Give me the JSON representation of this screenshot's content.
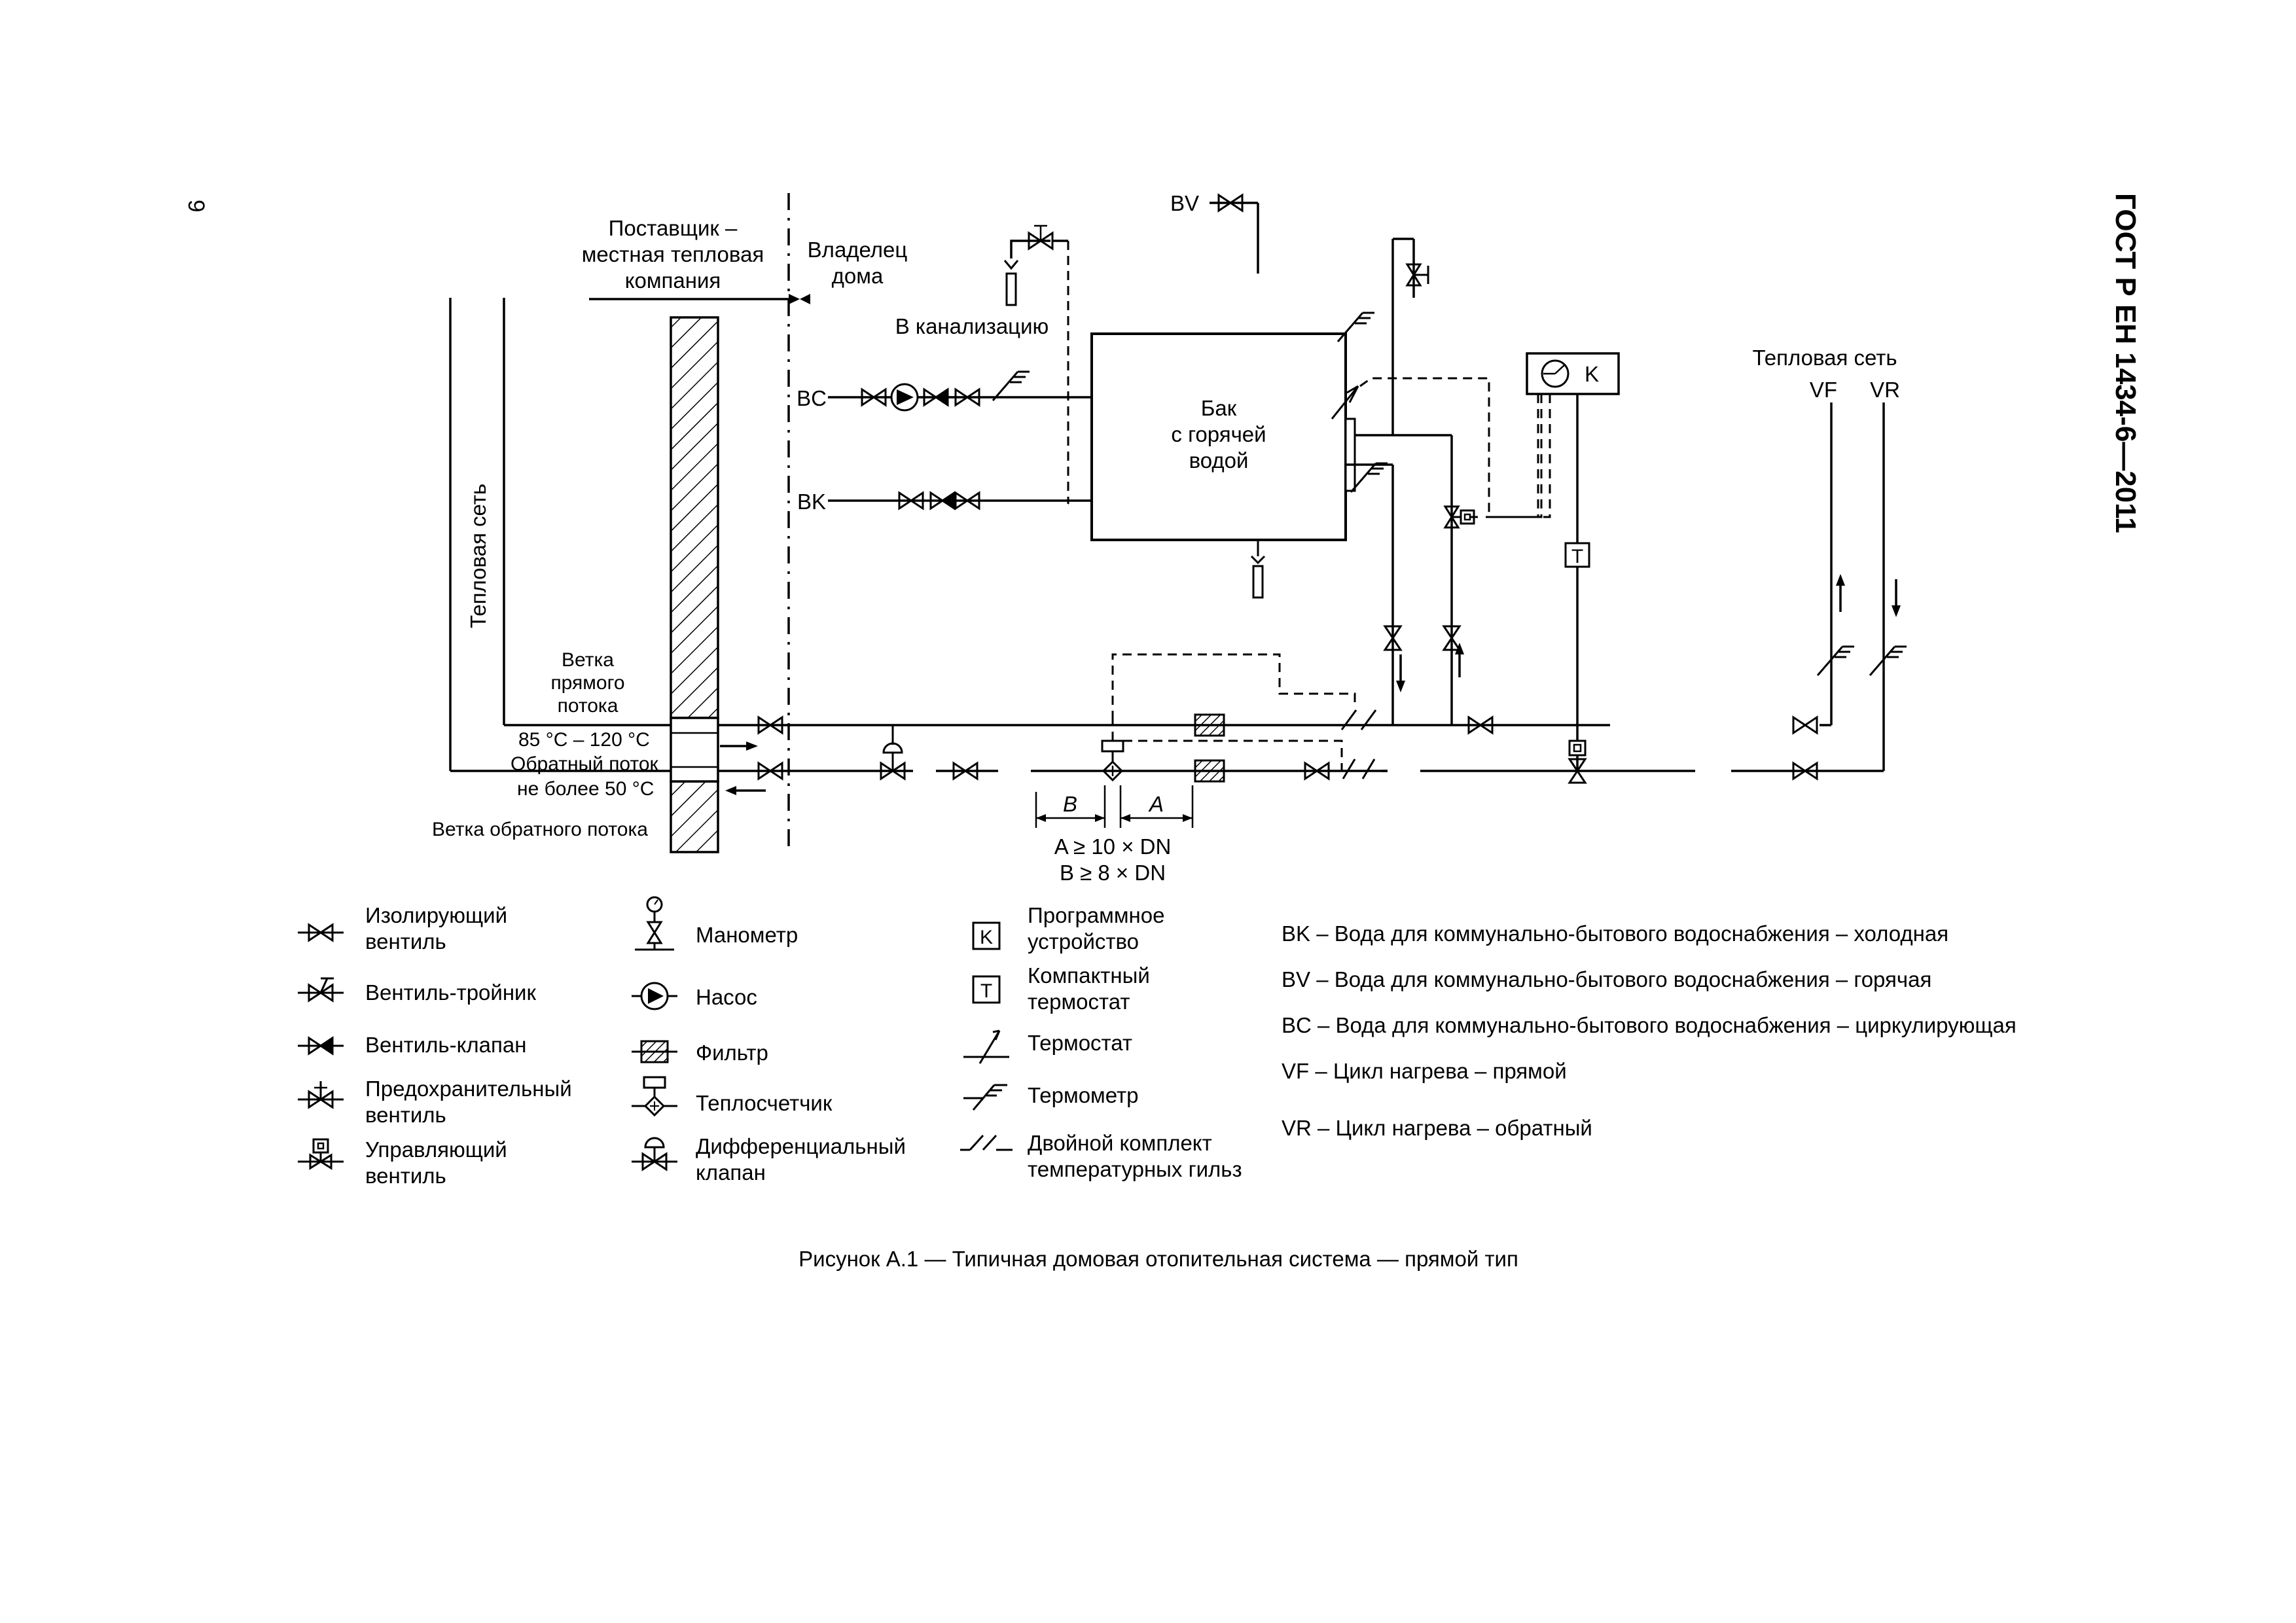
{
  "page": {
    "number": "9",
    "standard": "ГОСТ Р ЕН 1434-6—2011",
    "caption": "Рисунок А.1 — Типичная домовая отопительная система — прямой тип"
  },
  "diagram": {
    "heat_network_vertical": "Тепловая сеть",
    "supplier": [
      "Поставщик –",
      "местная тепловая",
      "компания"
    ],
    "owner": [
      "Владелец",
      "дома"
    ],
    "to_sewer": "В канализацию",
    "tank": [
      "Бак",
      "с горячей",
      "водой"
    ],
    "heat_network_right": "Тепловая сеть",
    "vf": "VF",
    "vr": "VR",
    "bv": "BV",
    "bc": "BC",
    "bk": "BK",
    "k_box": "K",
    "t_box": "T",
    "forward_branch": [
      "Ветка",
      "прямого",
      "потока"
    ],
    "temp_forward": "85 °С – 120 °С",
    "return_flow": "Обратный поток",
    "temp_return": "не более 50 °С",
    "return_branch": "Ветка обратного потока",
    "dim_b": "B",
    "dim_a": "A",
    "cond_a": "A ≥ 10 × DN",
    "cond_b": "B ≥ 8 × DN"
  },
  "legend": {
    "col1": [
      {
        "icon": "isolating-valve-icon",
        "label": [
          "Изолирующий",
          "вентиль"
        ]
      },
      {
        "icon": "three-way-valve-icon",
        "label": [
          "Вентиль-тройник"
        ]
      },
      {
        "icon": "check-valve-icon",
        "label": [
          "Вентиль-клапан"
        ]
      },
      {
        "icon": "safety-valve-icon",
        "label": [
          "Предохранительный",
          "вентиль"
        ]
      },
      {
        "icon": "control-valve-icon",
        "label": [
          "Управляющий",
          "вентиль"
        ]
      }
    ],
    "col2": [
      {
        "icon": "manometer-icon",
        "label": [
          "Манометр"
        ]
      },
      {
        "icon": "pump-icon",
        "label": [
          "Насос"
        ]
      },
      {
        "icon": "filter-icon",
        "label": [
          "Фильтр"
        ]
      },
      {
        "icon": "heat-meter-icon",
        "label": [
          "Теплосчетчик"
        ]
      },
      {
        "icon": "differential-valve-icon",
        "label": [
          "Дифференциальный",
          "клапан"
        ]
      }
    ],
    "col3": [
      {
        "icon": "program-device-icon",
        "label": [
          "Программное",
          "устройство"
        ]
      },
      {
        "icon": "compact-thermostat-icon",
        "label": [
          "Компактный",
          "термостат"
        ]
      },
      {
        "icon": "thermostat-icon",
        "label": [
          "Термостат"
        ]
      },
      {
        "icon": "thermometer-icon",
        "label": [
          "Термометр"
        ]
      },
      {
        "icon": "double-sleeve-icon",
        "label": [
          "Двойной комплект",
          "температурных гильз"
        ]
      }
    ],
    "abbreviations": [
      "BK – Вода для коммунально-бытового водоснабжения – холодная",
      "BV – Вода для коммунально-бытового водоснабжения – горячая",
      "BC – Вода для коммунально-бытового водоснабжения – циркулирующая",
      "VF – Цикл нагрева – прямой",
      "VR – Цикл нагрева – обратный"
    ]
  }
}
